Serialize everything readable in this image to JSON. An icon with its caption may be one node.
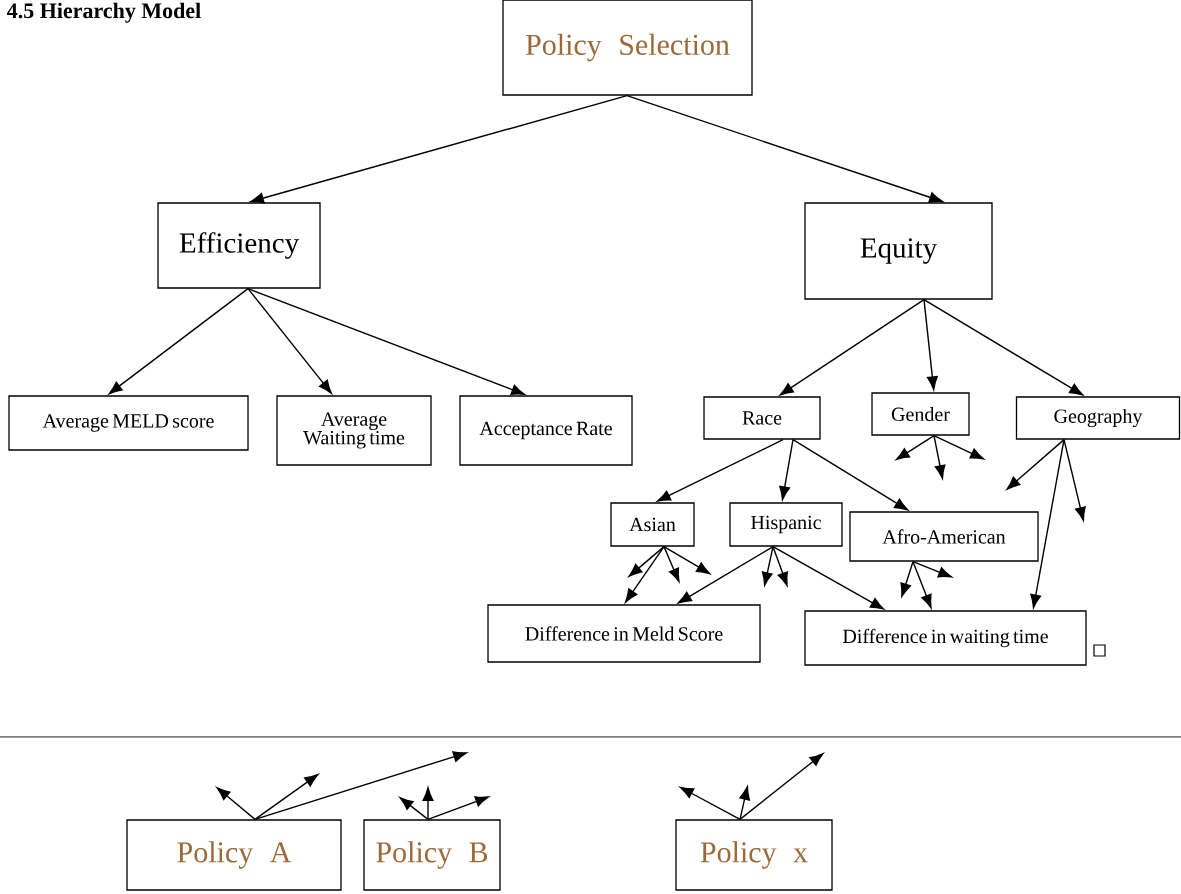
{
  "diagram": {
    "title": "4.5 Hierarchy Model",
    "nodes": [
      {
        "text": [
          "Policy Selection"
        ]
      },
      {
        "text": [
          "Efficiency"
        ]
      },
      {
        "text": [
          "Equity"
        ]
      },
      {
        "text": [
          "Average MELD score"
        ]
      },
      {
        "text": [
          "Average Waiting time"
        ]
      },
      {
        "text": [
          "Acceptance Rate"
        ]
      },
      {
        "text": [
          "Race"
        ]
      },
      {
        "text": [
          "Gender"
        ]
      },
      {
        "text": [
          "Geography"
        ]
      },
      {
        "text": [
          "Asian"
        ]
      },
      {
        "text": [
          "Hispanic"
        ]
      },
      {
        "text": [
          "Afro-American"
        ]
      },
      {
        "text": [
          "Difference in Meld Score"
        ]
      },
      {
        "text": [
          "Difference in waiting time"
        ]
      },
      {
        "text": [
          "Policy A"
        ]
      },
      {
        "text": [
          "Policy B"
        ]
      },
      {
        "text": [
          "Policy x"
        ]
      }
    ],
    "edges": [
      {
        "from": 0,
        "to": 1,
        "arrow": "to"
      },
      {
        "from": 0,
        "to": 2,
        "arrow": "to"
      },
      {
        "from": 1,
        "to": 3,
        "arrow": "to"
      },
      {
        "from": 1,
        "to": 4,
        "arrow": "to"
      },
      {
        "from": 1,
        "to": 5,
        "arrow": "to"
      },
      {
        "from": 2,
        "to": 6,
        "arrow": "to"
      },
      {
        "from": 2,
        "to": 7,
        "arrow": "to"
      },
      {
        "from": 2,
        "to": 8,
        "arrow": "to"
      },
      {
        "from": 6,
        "to": 9,
        "arrow": "to"
      },
      {
        "from": 6,
        "to": 10,
        "arrow": "to"
      },
      {
        "from": 6,
        "to": 11,
        "arrow": "to"
      },
      {
        "from": 9,
        "to": 12,
        "arrow": "to"
      },
      {
        "from": 10,
        "to": 12,
        "arrow": "to"
      },
      {
        "from": 10,
        "to": 13,
        "arrow": "to"
      },
      {
        "from": 11,
        "to": 13,
        "arrow": "to"
      },
      {
        "from": 8,
        "to": 13,
        "arrow": "to"
      },
      {
        "from": 7,
        "to": null,
        "arrow": "to"
      },
      {
        "from": 7,
        "to": null,
        "arrow": "to"
      },
      {
        "from": 7,
        "to": null,
        "arrow": "to"
      },
      {
        "from": 8,
        "to": null,
        "arrow": "to"
      },
      {
        "from": 8,
        "to": null,
        "arrow": "to"
      },
      {
        "from": 9,
        "to": null,
        "arrow": "to"
      },
      {
        "from": 9,
        "to": null,
        "arrow": "to"
      },
      {
        "from": 9,
        "to": null,
        "arrow": "to"
      },
      {
        "from": 10,
        "to": null,
        "arrow": "to"
      },
      {
        "from": 10,
        "to": null,
        "arrow": "to"
      },
      {
        "from": 11,
        "to": null,
        "arrow": "to"
      },
      {
        "from": 11,
        "to": null,
        "arrow": "to"
      },
      {
        "from": 14,
        "to": null,
        "arrow": "to"
      },
      {
        "from": 14,
        "to": null,
        "arrow": "to"
      },
      {
        "from": 14,
        "to": null,
        "arrow": "to"
      },
      {
        "from": 15,
        "to": null,
        "arrow": "to"
      },
      {
        "from": 15,
        "to": null,
        "arrow": "to"
      },
      {
        "from": 15,
        "to": null,
        "arrow": "to"
      },
      {
        "from": 16,
        "to": null,
        "arrow": "to"
      },
      {
        "from": 16,
        "to": null,
        "arrow": "to"
      },
      {
        "from": 16,
        "to": null,
        "arrow": "to"
      }
    ]
  }
}
